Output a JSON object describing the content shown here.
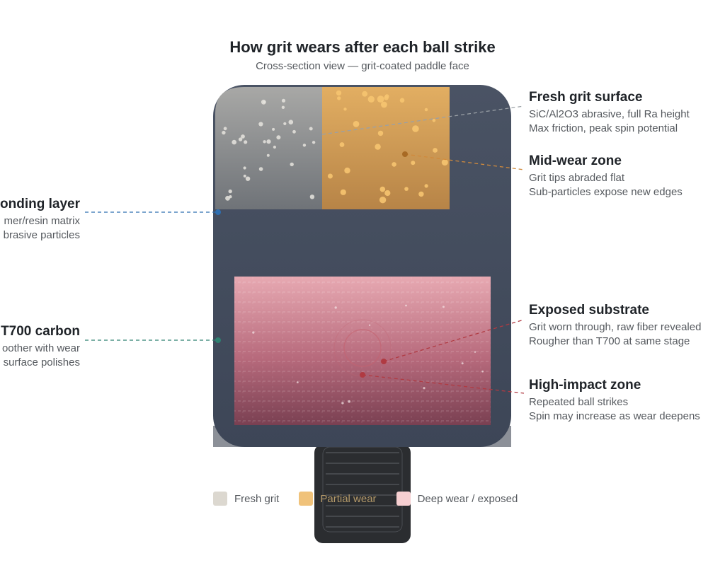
{
  "title": "How grit wears after each ball strike",
  "subtitle": "Cross-section view — grit-coated paddle face",
  "callouts": {
    "fresh": {
      "head": "Fresh grit surface",
      "line1": "SiC/Al2O3 abrasive, full Ra height",
      "line2": "Max friction, peak spin potential"
    },
    "midwear": {
      "head": "Mid-wear zone",
      "line1": "Grit tips abraded flat",
      "line2": "Sub-particles expose new edges"
    },
    "bonding": {
      "head": "onding layer",
      "line1": "mer/resin matrix",
      "line2": "brasive particles"
    },
    "t700": {
      "head": "T700 carbon",
      "line1": "oother with wear",
      "line2": "surface polishes"
    },
    "exposed": {
      "head": "Exposed substrate",
      "line1": "Grit worn through, raw fiber revealed",
      "line2": "Rougher than T700 at same stage"
    },
    "impact": {
      "head": "High-impact zone",
      "line1": "Repeated ball strikes",
      "line2": "Spin may increase as wear deepens"
    }
  },
  "legend": [
    {
      "label": "Fresh grit",
      "color": "#dcd8d0"
    },
    {
      "label": "Partial wear",
      "color": "#f0c27a"
    },
    {
      "label": "Deep wear / exposed",
      "color": "#f6cfd1"
    }
  ],
  "colors": {
    "paddle_face": "#444d5e",
    "fresh_grit": "#8a8c8e",
    "partial_wear": "#d9a456",
    "deep_wear": "#d98a98",
    "handle": "#2b2d30",
    "leader_fresh": "#9aa0a6",
    "leader_mid": "#d08a3c",
    "leader_bonding": "#2f6fb0",
    "leader_t700": "#2e8070",
    "leader_deep": "#b03a42"
  }
}
